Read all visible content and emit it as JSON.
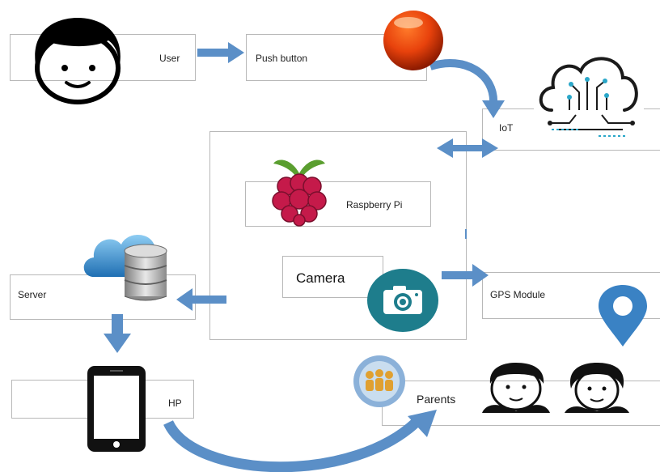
{
  "nodes": {
    "user": {
      "label": "User",
      "icon": "user-face-icon"
    },
    "push_button": {
      "label": "Push button",
      "icon": "red-button-icon"
    },
    "iot": {
      "label": "IoT",
      "icon": "cloud-circuit-icon"
    },
    "raspberry_pi": {
      "label": "Raspberry Pi",
      "icon": "raspberry-icon"
    },
    "camera": {
      "label": "Camera",
      "icon": "camera-icon"
    },
    "gps_module": {
      "label": "GPS Module",
      "icon": "location-pin-icon"
    },
    "server": {
      "label": "Server",
      "icon": "cloud-database-icon"
    },
    "hp": {
      "label": "HP",
      "icon": "smartphone-icon"
    },
    "parents": {
      "label": "Parents",
      "icon": "family-icon"
    }
  },
  "colors": {
    "arrow": "#5b8fc7",
    "box_border": "#b8b8b8",
    "button_red": "#e8420c",
    "camera_teal": "#1e7d8c",
    "pin_blue": "#3a82c4",
    "raspberry_red": "#c51a4a",
    "leaf_green": "#5a9e2f"
  }
}
